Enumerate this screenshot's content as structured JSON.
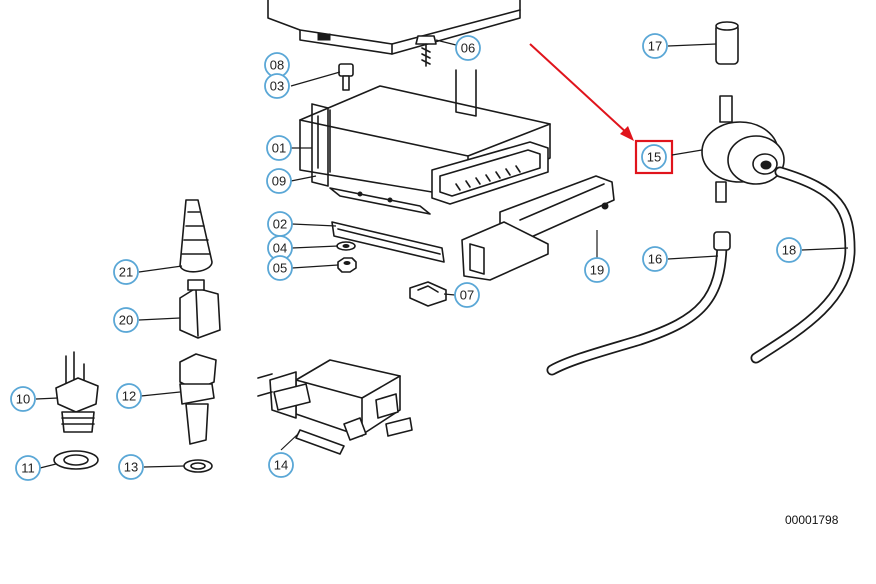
{
  "diagram": {
    "drawing_number": "00001798",
    "highlighted_part": "15",
    "colors": {
      "callout_ring": "#5aa7d6",
      "highlight": "#e0141c",
      "line_art": "#1a1a1a"
    },
    "callouts": [
      "01",
      "02",
      "03",
      "04",
      "05",
      "06",
      "07",
      "08",
      "09",
      "10",
      "11",
      "12",
      "13",
      "14",
      "15",
      "16",
      "17",
      "18",
      "19",
      "20",
      "21"
    ]
  }
}
